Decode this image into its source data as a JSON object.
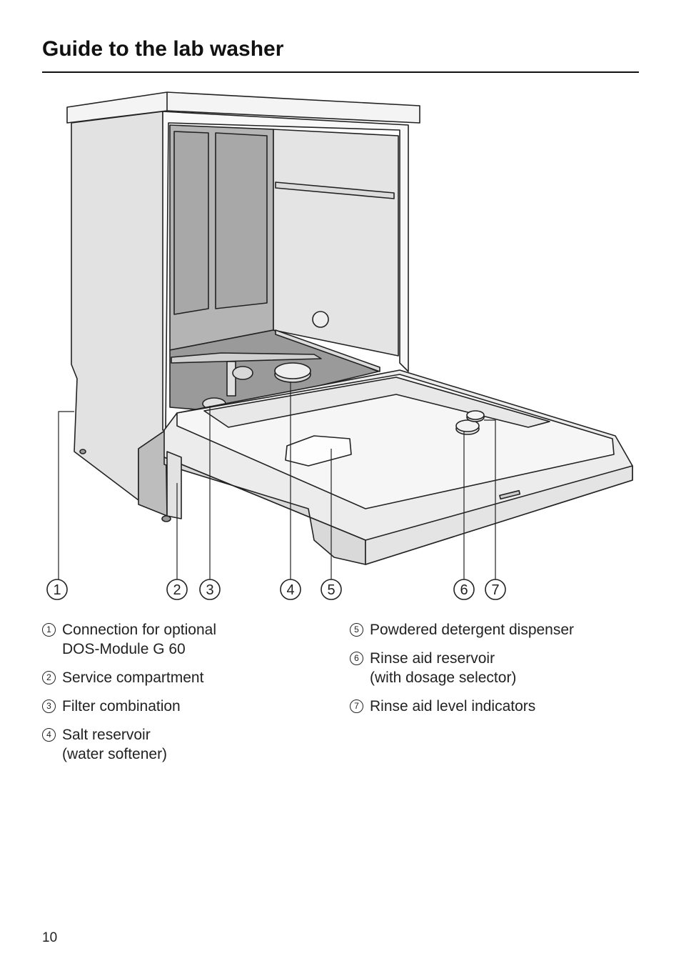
{
  "title": "Guide to the lab washer",
  "callouts": [
    "1",
    "2",
    "3",
    "4",
    "5",
    "6",
    "7"
  ],
  "legend": [
    {
      "num": "1",
      "text": "Connection for optional\nDOS-Module G 60"
    },
    {
      "num": "2",
      "text": "Service compartment"
    },
    {
      "num": "3",
      "text": "Filter combination"
    },
    {
      "num": "4",
      "text": "Salt reservoir\n(water softener)"
    },
    {
      "num": "5",
      "text": "Powdered detergent dispenser"
    },
    {
      "num": "6",
      "text": "Rinse aid reservoir\n(with dosage selector)"
    },
    {
      "num": "7",
      "text": "Rinse aid level indicators"
    }
  ],
  "page_number": "10"
}
